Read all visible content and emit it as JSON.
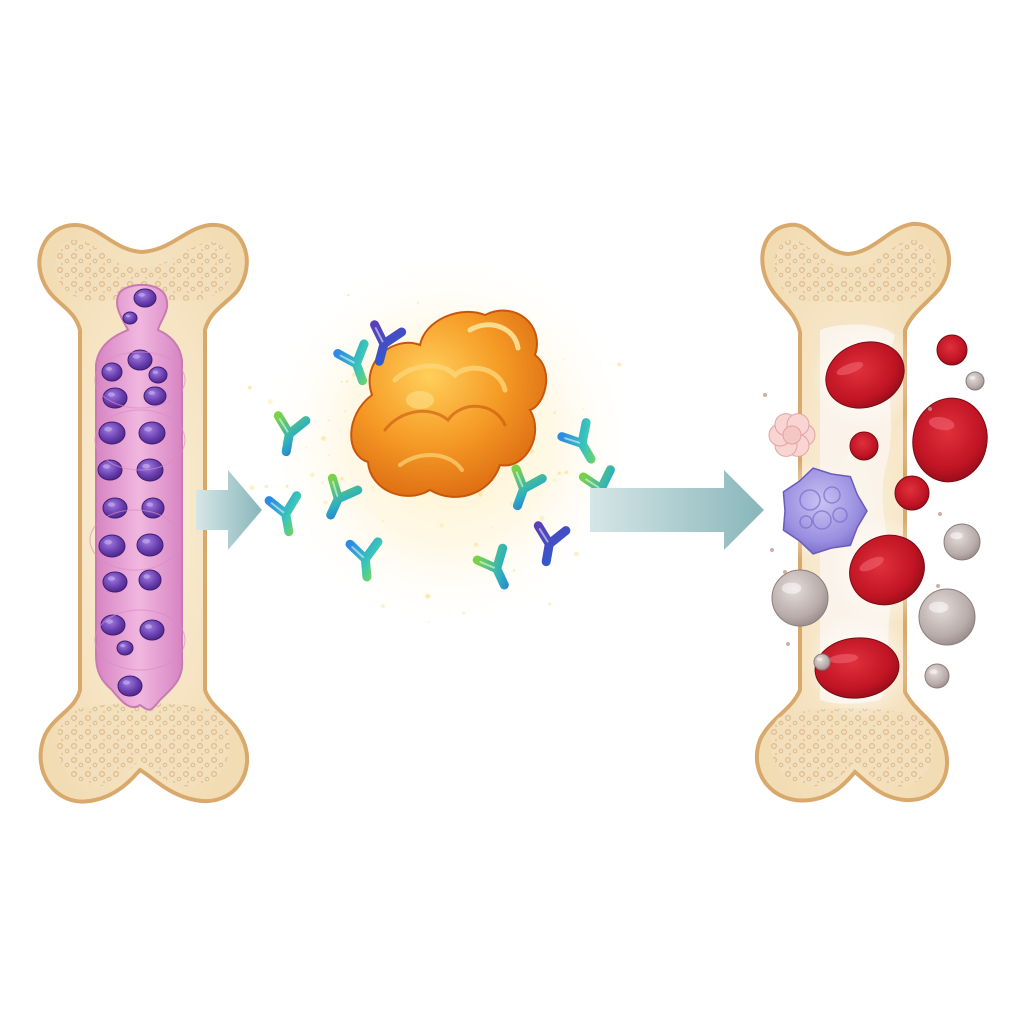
{
  "diagram": {
    "stages": [
      {
        "id": "diseased-marrow",
        "icon": "bone-with-infiltrated-marrow-icon"
      },
      {
        "id": "treatment",
        "icon": "drug-molecule-with-antibodies-icon"
      },
      {
        "id": "restored-marrow",
        "icon": "bone-with-healthy-blood-cells-icon"
      }
    ],
    "arrows": [
      {
        "from": "diseased-marrow",
        "to": "treatment",
        "icon": "arrow-right-icon"
      },
      {
        "from": "treatment",
        "to": "restored-marrow",
        "icon": "arrow-right-icon"
      }
    ]
  },
  "colors": {
    "bone": "#f6e7c8",
    "bone_outline": "#d9a96c",
    "marrow": "#e9a4d4",
    "malignant_cell": "#6a3fb0",
    "drug": "#f08a1c",
    "antibody_blue": "#2a8be0",
    "antibody_green": "#6cd04a",
    "arrow": "#9ec3c6",
    "red_cell": "#c8182a",
    "white_cell": "#9a8ee0",
    "platelet": "#f4c6c4",
    "grey_cell": "#bdb2b0"
  }
}
